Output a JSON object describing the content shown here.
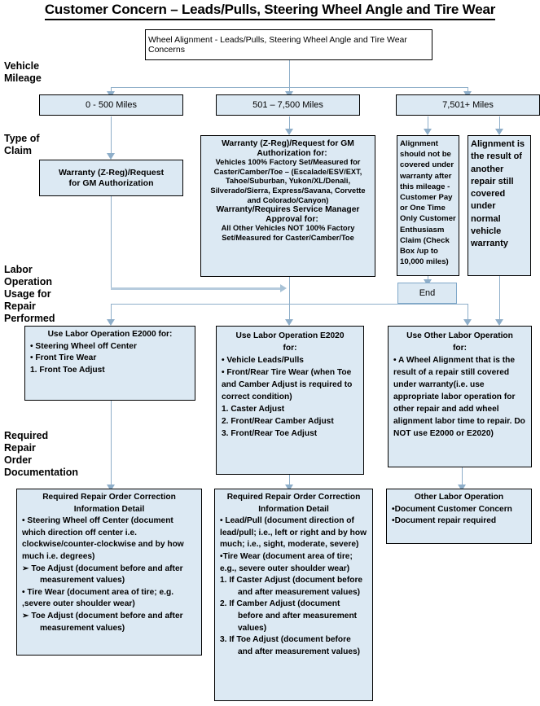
{
  "title": "Customer Concern – Leads/Pulls, Steering Wheel Angle and Tire Wear",
  "row_labels": {
    "vehicle_mileage": "Vehicle\nMileage",
    "type_of_claim": "Type of\nClaim",
    "labor_operation": "Labor\nOperation\nUsage for\nRepair\nPerformed",
    "required_documentation": "Required\nRepair\nOrder\nDocumentation"
  },
  "start_box": {
    "text": "Wheel Alignment - Leads/Pulls, Steering Wheel Angle and Tire Wear Concerns"
  },
  "mileage_boxes": [
    {
      "label": "0 - 500 Miles"
    },
    {
      "label": "501 – 7,500 Miles"
    },
    {
      "label": "7,501+ Miles"
    }
  ],
  "claim_boxes": {
    "low": {
      "line1": "Warranty (Z-Reg)/Request",
      "line2": "for GM  Authorization"
    },
    "mid": {
      "bullet1_title": "Warranty (Z-Reg)/Request for GM Authorization for:",
      "bullet1_body": "Vehicles 100% Factory Set/Measured for Caster/Camber/Toe – (Escalade/ESV/EXT, Tahoe/Suburban, Yukon/XL/Denali, Silverado/Sierra, Express/Savana,  Corvette and Colorado/Canyon)",
      "bullet2_title": "Warranty/Requires Service Manager Approval for:",
      "bullet2_body": "All Other Vehicles NOT 100% Factory Set/Measured for Caster/Camber/Toe"
    },
    "high_left": {
      "text": "Alignment should not be covered under warranty after this mileage - Customer Pay or  One Time Only Customer Enthusiasm Claim (Check Box /up to 10,000 miles)"
    },
    "high_right": {
      "text": "Alignment is the result of another repair still covered under normal vehicle warranty"
    },
    "end": {
      "label": "End"
    }
  },
  "labor_boxes": {
    "e2000": {
      "header": "Use Labor Operation E2000 for:",
      "items": [
        "• Steering Wheel off Center",
        "• Front Tire Wear",
        "1.    Front Toe Adjust"
      ]
    },
    "e2020": {
      "header_line1": "Use Labor Operation E2020",
      "header_line2": "for:",
      "items": [
        "• Vehicle Leads/Pulls",
        "• Front/Rear Tire Wear (when Toe and Camber Adjust is required to correct condition)",
        "1.    Caster Adjust",
        "2.    Front/Rear Camber Adjust",
        "3.    Front/Rear Toe Adjust"
      ]
    },
    "other": {
      "header_line1": "Use Other Labor Operation",
      "header_line2": "for:",
      "body": "• A Wheel Alignment that is the result of a repair still covered under warranty(i.e. use appropriate labor operation for other repair and add wheel alignment labor time to repair. Do NOT use E2000 or E2020)"
    }
  },
  "doc_boxes": {
    "left": {
      "header_line1": "Required Repair Order Correction",
      "header_line2": "Information Detail",
      "items": [
        "•  Steering Wheel off Center (document which direction off center i.e. clockwise/counter-clockwise and by how much i.e. degrees)",
        "➢    Toe Adjust (document before and after measurement values)",
        "• Tire Wear (document area of tire; e.g. ,severe outer shoulder wear)",
        "➢    Toe Adjust (document before and after measurement values)"
      ]
    },
    "mid": {
      "header_line1": "Required Repair Order Correction",
      "header_line2": "Information Detail",
      "items": [
        "•  Lead/Pull (document direction of lead/pull; i.e., left or right and by how much; i.e., sight, moderate, severe)",
        "•Tire Wear (document area of tire; e.g., severe outer shoulder wear)",
        "1.     If Caster Adjust (document before and after measurement values)",
        "2.     If Camber Adjust (document before and after measurement values)",
        "3.     If Toe Adjust (document before and after measurement values)"
      ]
    },
    "right": {
      "header": "Other Labor Operation",
      "items": [
        "•Document Customer Concern",
        "•Document repair required"
      ]
    }
  },
  "colors": {
    "box_fill": "#dce9f3",
    "box_border": "#000000",
    "connector": "#8eaec9",
    "accent_border": "#7fa8c9"
  }
}
